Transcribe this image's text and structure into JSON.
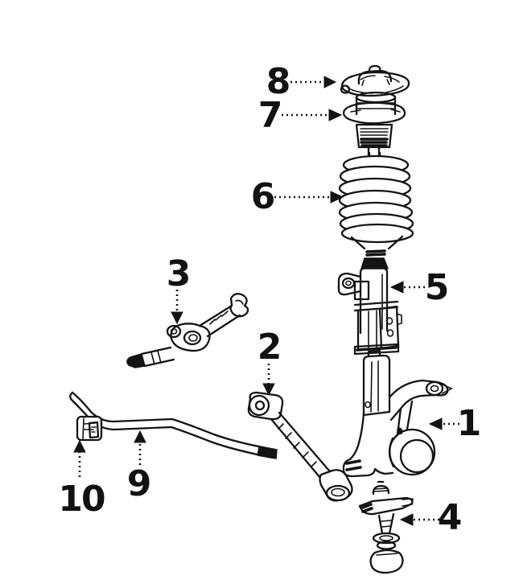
{
  "diagram": {
    "kind": "exploded-parts-line-drawing",
    "background_color": "#ffffff",
    "line_color": "#141414",
    "callouts": [
      {
        "label": "1",
        "arrow": "left"
      },
      {
        "label": "2",
        "arrow": "down"
      },
      {
        "label": "3",
        "arrow": "down"
      },
      {
        "label": "4",
        "arrow": "left"
      },
      {
        "label": "5",
        "arrow": "left"
      },
      {
        "label": "6",
        "arrow": "right"
      },
      {
        "label": "7",
        "arrow": "right"
      },
      {
        "label": "8",
        "arrow": "right"
      },
      {
        "label": "9",
        "arrow": "up"
      },
      {
        "label": "10",
        "arrow": "up"
      }
    ]
  }
}
